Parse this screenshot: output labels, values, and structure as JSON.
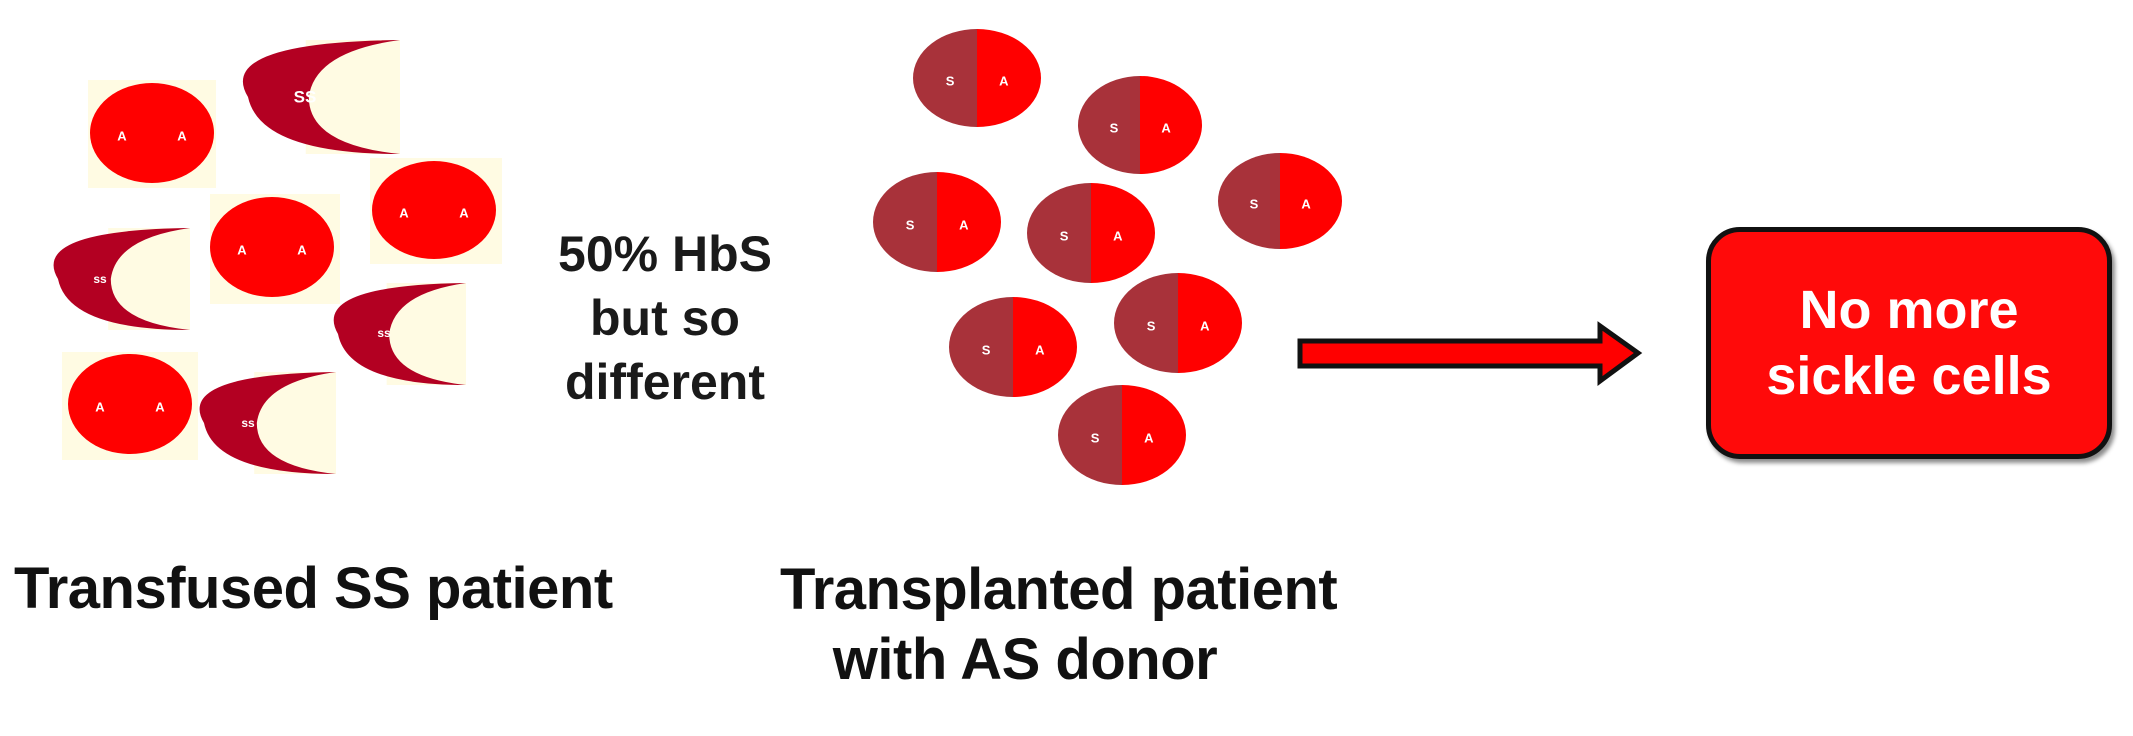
{
  "transfused": {
    "label": "Transfused SS patient",
    "normal_cell_text": [
      "A",
      "A"
    ],
    "sickle_cell_text": [
      "SS",
      "ss",
      "ss",
      "ss"
    ]
  },
  "middle_text": [
    "50% HbS",
    "but so",
    "different"
  ],
  "transplanted": {
    "label_lines": [
      "Transplanted patient",
      "with AS donor"
    ],
    "cell_left_text": "S",
    "cell_right_text": "A"
  },
  "result_box": {
    "lines": [
      "No more",
      "sickle cells"
    ]
  },
  "colors": {
    "normal_cell": "#ff0000",
    "sickle_cell": "#b30022",
    "hbs_half": "#a8323a",
    "hba_half": "#ff0000",
    "cell_background": "#fffbe3",
    "box_fill": "#ff0a0a",
    "arrow_fill": "#ff0000"
  }
}
